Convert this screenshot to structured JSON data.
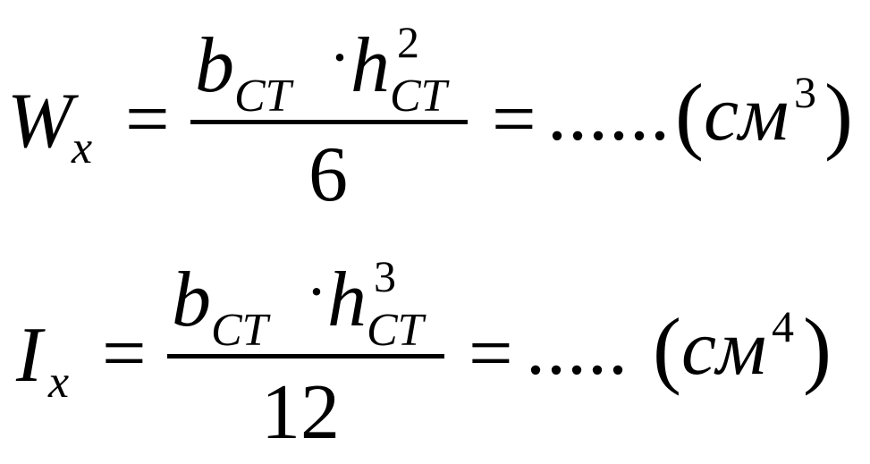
{
  "formulas": [
    {
      "lhs": {
        "symbol": "W",
        "subscript": "x"
      },
      "equals": "=",
      "numerator": {
        "var1": "b",
        "var1_sub": "CT",
        "operator": "·",
        "var2": "h",
        "var2_sub": "CT",
        "var2_sup": "2"
      },
      "denominator": "6",
      "result": {
        "equals": "=",
        "dots": "......",
        "open_paren": "(",
        "unit": "см",
        "unit_power": "3",
        "close_paren": ")"
      }
    },
    {
      "lhs": {
        "symbol": "I",
        "subscript": "x"
      },
      "equals": "=",
      "numerator": {
        "var1": "b",
        "var1_sub": "CT",
        "operator": "·",
        "var2": "h",
        "var2_sub": "CT",
        "var2_sup": "3"
      },
      "denominator": "12",
      "result": {
        "equals": "=",
        "dots": ".....",
        "open_paren": "(",
        "unit": "см",
        "unit_power": "4",
        "close_paren": ")"
      }
    }
  ]
}
